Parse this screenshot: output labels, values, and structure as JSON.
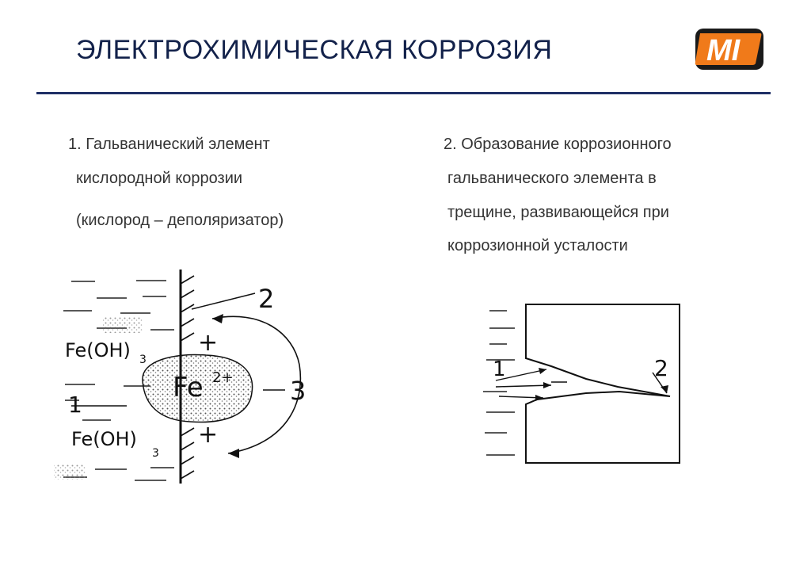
{
  "slide": {
    "title": "ЭЛЕКТРОХИМИЧЕСКАЯ КОРРОЗИЯ",
    "logo_text": "MI",
    "colors": {
      "title": "#12214a",
      "rule": "#1f2f66",
      "logo_orange": "#f07a1a",
      "logo_dark": "#1a1a1a"
    }
  },
  "left": {
    "line1": "1. Гальванический элемент",
    "line2": "кислородной коррозии",
    "line3": "(кислород – деполяризатор)"
  },
  "right": {
    "line1": "2. Образование коррозионного",
    "line2": "гальванического элемента в",
    "line3": "трещине, развивающейся при",
    "line4": "коррозионной усталости"
  },
  "figure1": {
    "label_feoh3_top": "Fe(OH)",
    "label_feoh3_top_sub": "3",
    "label_fe2": "Fe",
    "label_fe2_sup": "2+",
    "label_feoh3_bottom": "Fe(OH)",
    "label_feoh3_bottom_sub": "3",
    "label_1": "1",
    "label_2": "2",
    "label_3": "3",
    "plus_top": "+",
    "plus_bottom": "+"
  },
  "figure2": {
    "label_1": "1",
    "label_2": "2"
  }
}
